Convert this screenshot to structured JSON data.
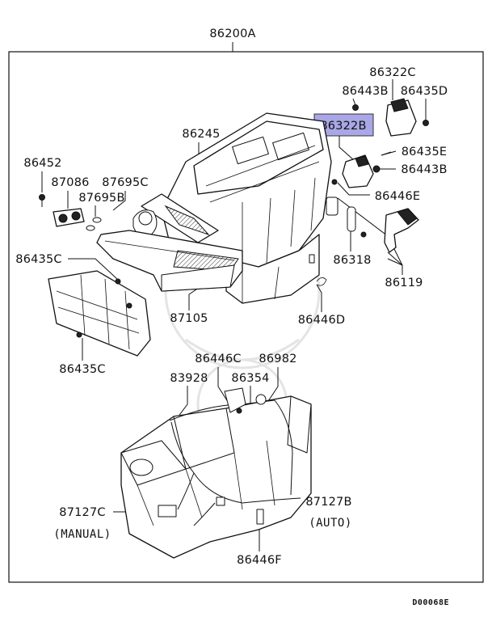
{
  "diagram_title": "86200A",
  "catalog_code": "D00068E",
  "highlight_color": "#a9a7e6",
  "callouts": {
    "c86322C": "86322C",
    "c86443B_top": "86443B",
    "c86435D": "86435D",
    "c86322B": "86322B",
    "c86435E": "86435E",
    "c86443B_right": "86443B",
    "c86446E": "86446E",
    "c86245": "86245",
    "c86452": "86452",
    "c87086": "87086",
    "c87695C": "87695C",
    "c87695B": "87695B",
    "c86435C_left": "86435C",
    "c86318": "86318",
    "c86119": "86119",
    "c87105": "87105",
    "c86446D": "86446D",
    "c86435C_bottom": "86435C",
    "c86446C": "86446C",
    "c86982": "86982",
    "c83928": "83928",
    "c86354": "86354",
    "c87127C": "87127C",
    "c87127B": "87127B",
    "c86446F": "86446F"
  },
  "notes": {
    "manual": "(MANUAL)",
    "auto": "(AUTO)"
  }
}
